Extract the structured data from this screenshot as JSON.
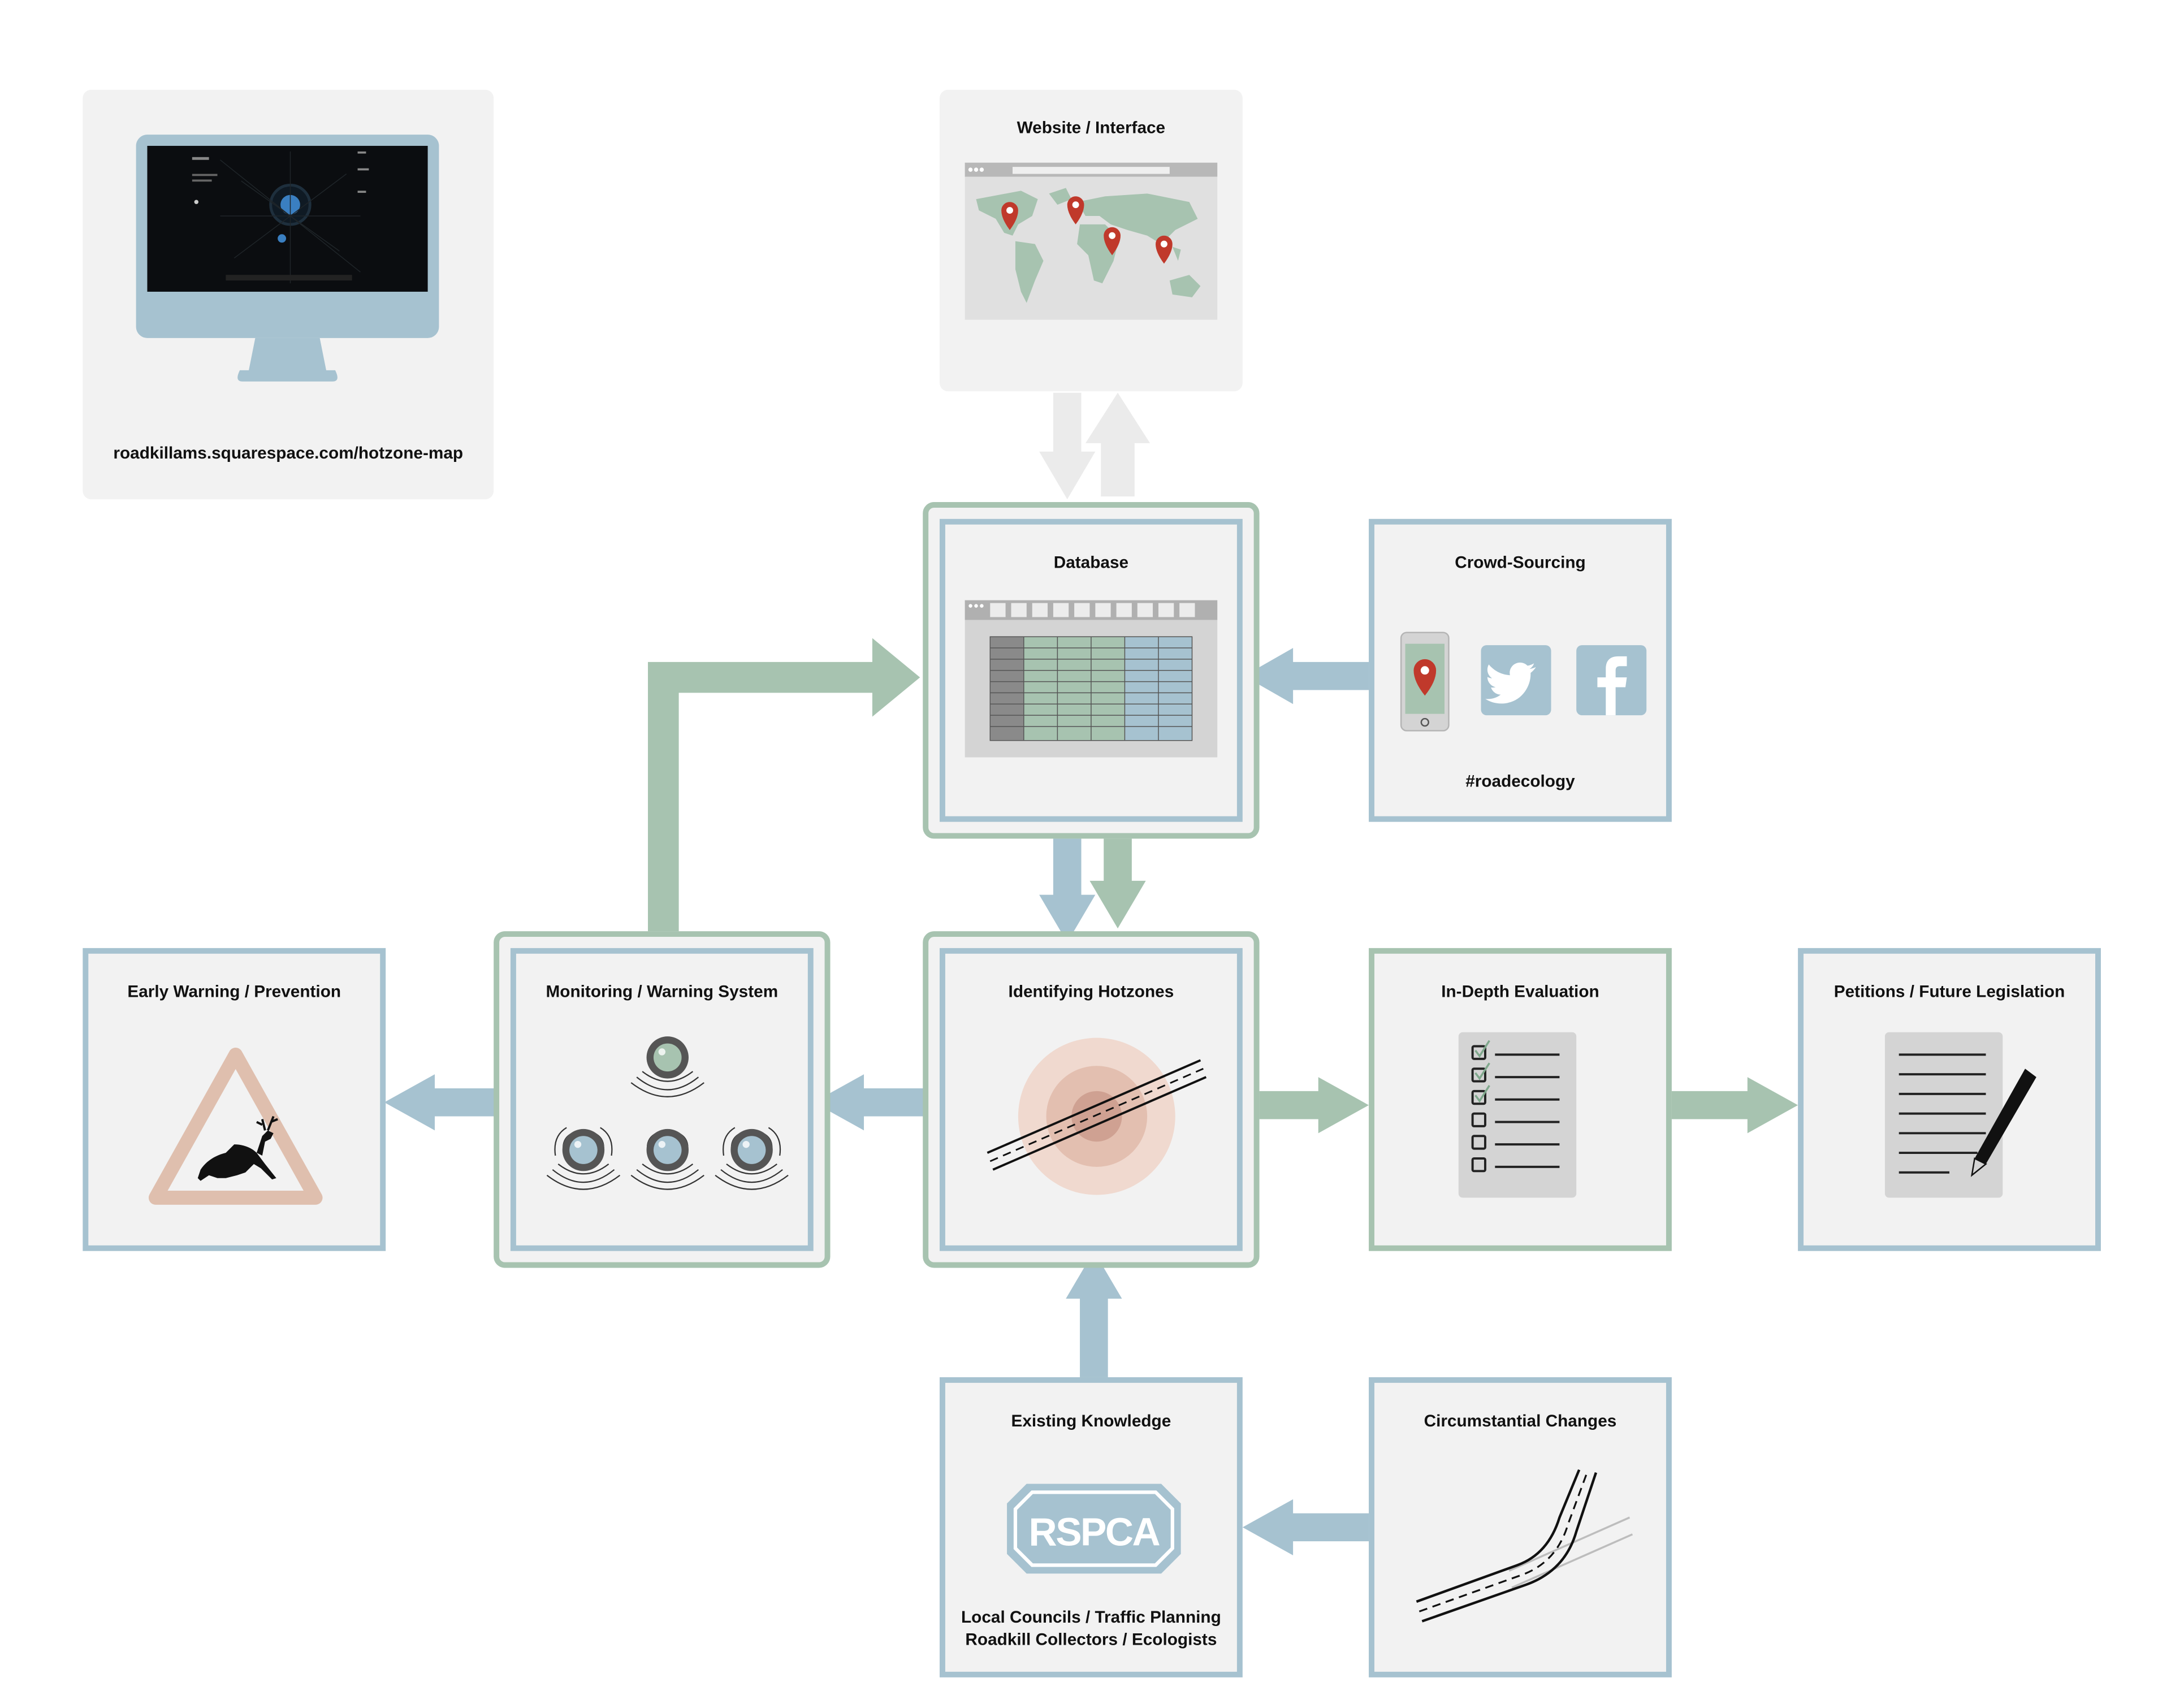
{
  "palette": {
    "blue": "#a6c2d0",
    "green": "#a7c3b0",
    "card_bg": "#f2f2f2",
    "pin_red": "#c0392b",
    "warning": "#dfbfae"
  },
  "nodes": {
    "hotzone_map": {
      "caption": "roadkillams.squarespace.com/hotzone-map",
      "icon": "monitor-icon"
    },
    "website": {
      "title": "Website / Interface",
      "icon": "world-map-icon"
    },
    "database": {
      "title": "Database",
      "icon": "spreadsheet-icon"
    },
    "crowd": {
      "title": "Crowd-Sourcing",
      "caption": "#roadecology",
      "icons": [
        "phone-pin-icon",
        "twitter-icon",
        "facebook-icon"
      ]
    },
    "early_warning": {
      "title": "Early Warning / Prevention",
      "icon": "deer-warning-sign-icon"
    },
    "monitoring": {
      "title": "Monitoring / Warning System",
      "icon": "sensor-nodes-icon"
    },
    "hotzones": {
      "title": "Identifying Hotzones",
      "icon": "hotzone-road-icon"
    },
    "evaluation": {
      "title": "In-Depth Evaluation",
      "icon": "checklist-icon"
    },
    "petitions": {
      "title": "Petitions / Future Legislation",
      "icon": "document-pen-icon"
    },
    "knowledge": {
      "title": "Existing Knowledge",
      "logo_text": "RSPCA",
      "line1": "Local Councils / Traffic Planning",
      "line2": "Roadkill Collectors / Ecologists"
    },
    "changes": {
      "title": "Circumstantial Changes",
      "icon": "diverging-road-icon"
    }
  },
  "edges": [
    {
      "from": "database",
      "to": "website"
    },
    {
      "from": "website",
      "to": "database"
    },
    {
      "from": "crowd",
      "to": "database"
    },
    {
      "from": "monitoring",
      "to": "database"
    },
    {
      "from": "database",
      "to": "hotzones"
    },
    {
      "from": "hotzones",
      "to": "monitoring"
    },
    {
      "from": "monitoring",
      "to": "early_warning"
    },
    {
      "from": "hotzones",
      "to": "evaluation"
    },
    {
      "from": "evaluation",
      "to": "petitions"
    },
    {
      "from": "knowledge",
      "to": "hotzones"
    },
    {
      "from": "changes",
      "to": "knowledge"
    }
  ]
}
